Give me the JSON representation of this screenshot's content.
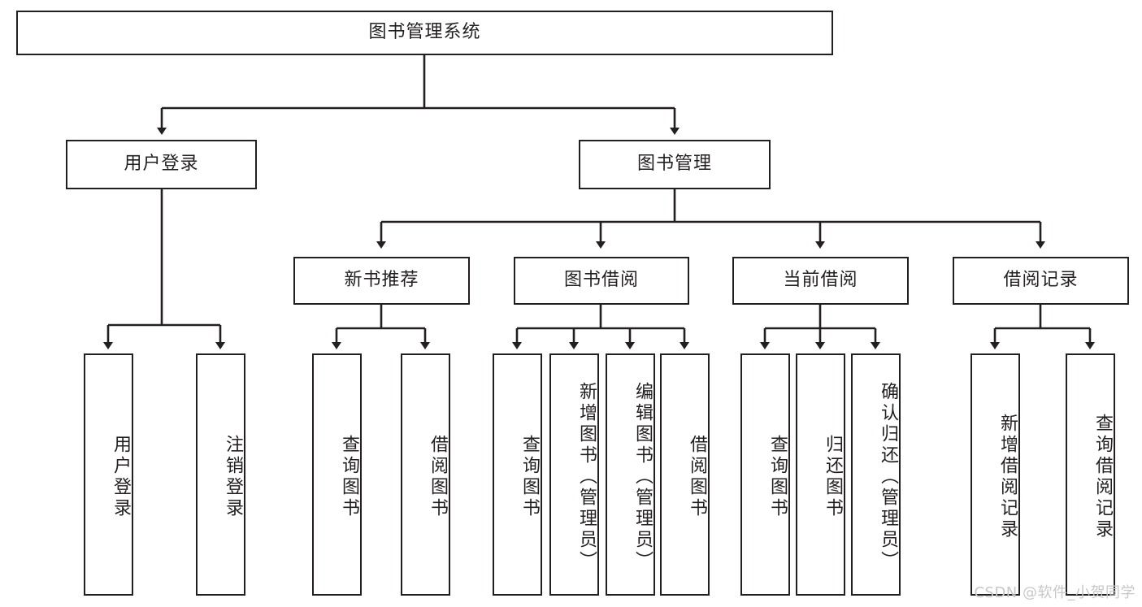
{
  "diagram": {
    "title": "图书管理系统",
    "type": "tree-hierarchy-diagram",
    "colors": {
      "stroke": "#231f20",
      "fill": "#ffffff",
      "background": "#ffffff",
      "watermark": "#c8c8c8"
    },
    "root": {
      "label": "图书管理系统"
    },
    "level2": [
      {
        "label": "用户登录"
      },
      {
        "label": "图书管理"
      }
    ],
    "level3": [
      {
        "label": "新书推荐"
      },
      {
        "label": "图书借阅"
      },
      {
        "label": "当前借阅"
      },
      {
        "label": "借阅记录"
      }
    ],
    "leaves": {
      "user_login": [
        {
          "label": "用户登录"
        },
        {
          "label": "注销登录"
        }
      ],
      "new_book_recommend": [
        {
          "label": "查询图书"
        },
        {
          "label": "借阅图书"
        }
      ],
      "book_borrow": [
        {
          "label": "查询图书"
        },
        {
          "label": "新增图书（管理员）"
        },
        {
          "label": "编辑图书（管理员）"
        },
        {
          "label": "借阅图书"
        }
      ],
      "current_borrow": [
        {
          "label": "查询图书"
        },
        {
          "label": "归还图书"
        },
        {
          "label": "确认归还（管理员）"
        }
      ],
      "borrow_record": [
        {
          "label": "新增借阅记录"
        },
        {
          "label": "查询借阅记录"
        }
      ]
    }
  },
  "watermark": {
    "text": "CSDN @软件_小贺同学"
  }
}
